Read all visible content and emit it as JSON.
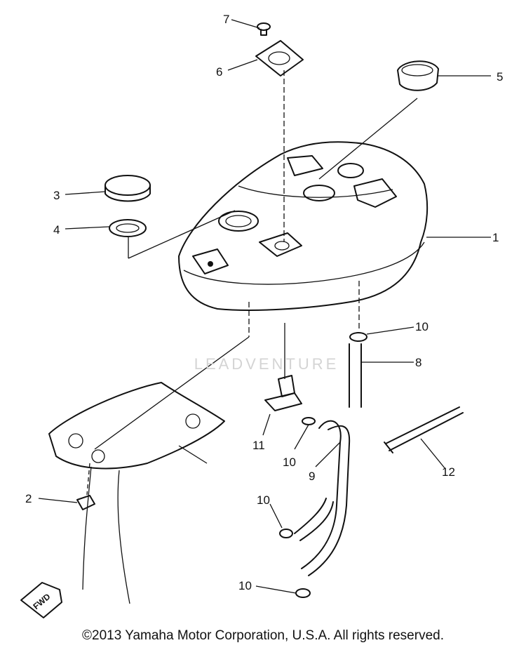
{
  "diagram": {
    "callouts": [
      {
        "id": "c7",
        "label": "7"
      },
      {
        "id": "c6",
        "label": "6"
      },
      {
        "id": "c5",
        "label": "5"
      },
      {
        "id": "c3",
        "label": "3"
      },
      {
        "id": "c4",
        "label": "4"
      },
      {
        "id": "c1",
        "label": "1"
      },
      {
        "id": "c10a",
        "label": "10"
      },
      {
        "id": "c8",
        "label": "8"
      },
      {
        "id": "c11",
        "label": "11"
      },
      {
        "id": "c10b",
        "label": "10"
      },
      {
        "id": "c9",
        "label": "9"
      },
      {
        "id": "c12",
        "label": "12"
      },
      {
        "id": "c2",
        "label": "2"
      },
      {
        "id": "c10c",
        "label": "10"
      },
      {
        "id": "c10d",
        "label": "10"
      }
    ],
    "fwd_label": "FWD",
    "watermark": "LEADVENTURE",
    "copyright": "©2013 Yamaha Motor Corporation, U.S.A. All rights reserved."
  }
}
